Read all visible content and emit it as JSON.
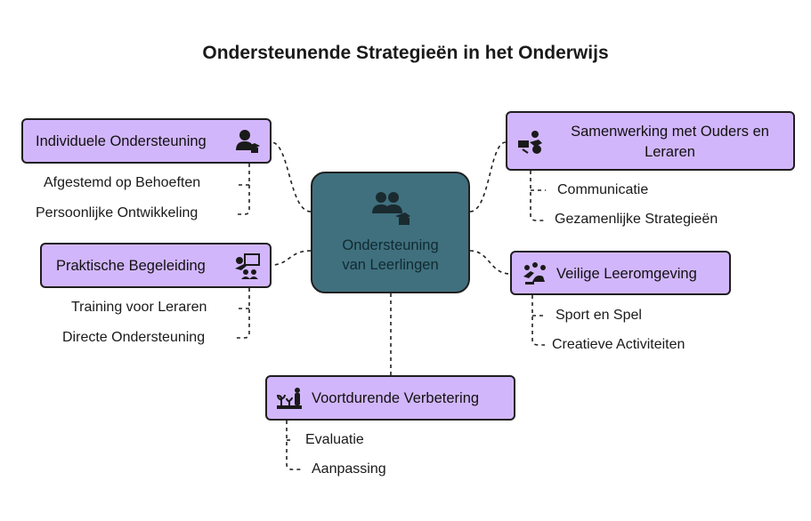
{
  "title": "Ondersteunende Strategieën in het Onderwijs",
  "colors": {
    "center_fill": "#40707e",
    "branch_fill": "#d2b6fb",
    "outline": "#1f1f1f"
  },
  "center": {
    "label_line1": "Ondersteuning",
    "label_line2": "van Leerlingen",
    "icon": "students-graduation-icon"
  },
  "branches": [
    {
      "label": "Individuele Ondersteuning",
      "icon": "student-graduation-icon",
      "leaves": [
        "Afgestemd op Behoeften",
        "Persoonlijke Ontwikkeling"
      ]
    },
    {
      "label": "Praktische Begeleiding",
      "icon": "teacher-presentation-icon",
      "leaves": [
        "Training voor Leraren",
        "Directe Ondersteuning"
      ]
    },
    {
      "label": "Voortdurende Verbetering",
      "icon": "growth-plants-icon",
      "leaves": [
        "Evaluatie",
        "Aanpassing"
      ]
    },
    {
      "label_line1": "Samenwerking met Ouders en",
      "label_line2": "Leraren",
      "icon": "collaboration-icon",
      "leaves": [
        "Communicatie",
        "Gezamenlijke Strategieën"
      ]
    },
    {
      "label": "Veilige Leeromgeving",
      "icon": "safe-learning-icon",
      "leaves": [
        "Sport en Spel",
        "Creatieve Activiteiten"
      ]
    }
  ]
}
